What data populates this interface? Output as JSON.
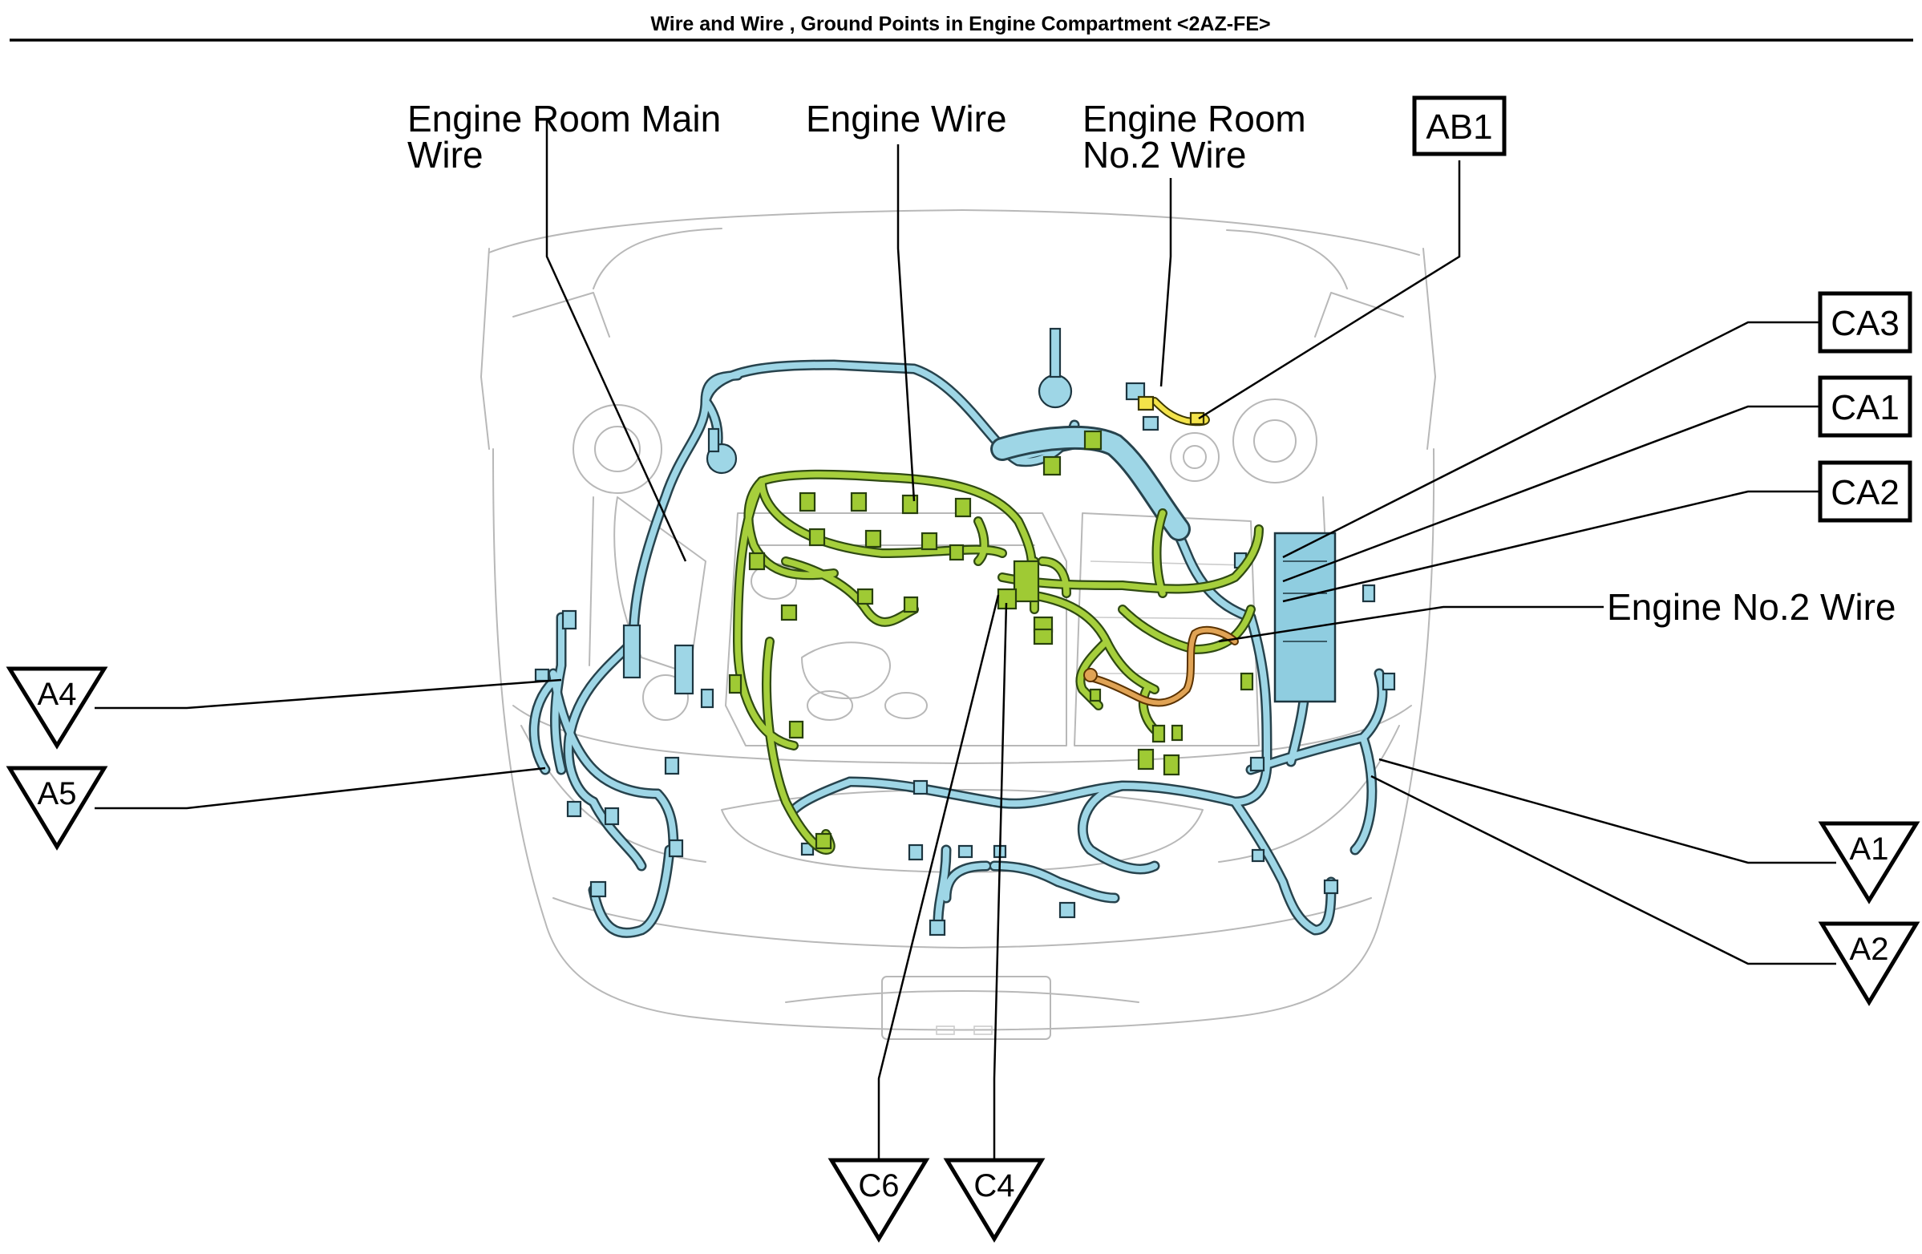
{
  "title": "Wire and Wire , Ground Points in Engine Compartment <2AZ-FE>",
  "wire_labels": {
    "engine_room_main_line1": "Engine Room Main",
    "engine_room_main_line2": "Wire",
    "engine_wire": "Engine Wire",
    "engine_room_no2_line1": "Engine Room",
    "engine_room_no2_line2": "No.2 Wire",
    "engine_no2_wire": "Engine No.2 Wire"
  },
  "connector_codes": {
    "ab1": "AB1",
    "ca3": "CA3",
    "ca1": "CA1",
    "ca2": "CA2",
    "a4": "A4",
    "a5": "A5",
    "a1": "A1",
    "a2": "A2",
    "c6": "C6",
    "c4": "C4"
  },
  "colors": {
    "engine_room_main_wire": "#9ed6e6",
    "engine_wire": "#a6cf3c",
    "engine_room_no2_wire": "#f3e34a",
    "engine_no2_wire": "#e0a355",
    "vehicle_outline": "#b8b8b8"
  }
}
